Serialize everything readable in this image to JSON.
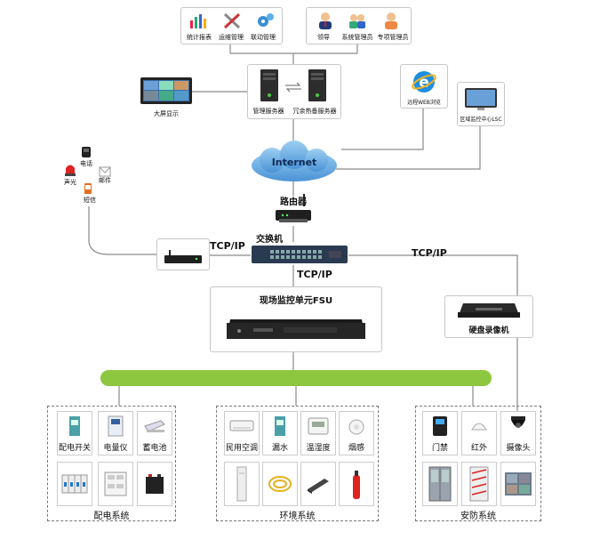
{
  "top_left_group": {
    "items": [
      "统计报表",
      "运维管理",
      "联动管理"
    ]
  },
  "top_right_group": {
    "items": [
      "领导",
      "系统管理员",
      "专项管理员"
    ]
  },
  "big_screen": "大屏显示",
  "server_main": "管理服务器",
  "server_backup": "冗余热备服务器",
  "remote_web": "远程WEB浏览",
  "lsc": "区域监控中心LSC",
  "internet": "Internet",
  "router": "路由器",
  "switch": "交换机",
  "alarm": {
    "items": [
      "电话",
      "声光",
      "邮件",
      "短信"
    ]
  },
  "tcp_left": "TCP/IP",
  "tcp_mid": "TCP/IP",
  "tcp_right": "TCP/IP",
  "fsu": "现场监控单元FSU",
  "dvr": "硬盘录像机",
  "power_system": {
    "title": "配电系统",
    "items": [
      "配电开关",
      "电量仪",
      "蓄电池"
    ]
  },
  "env_system": {
    "title": "环境系统",
    "items": [
      "民用空调",
      "漏水",
      "温湿度",
      "烟感"
    ]
  },
  "security_system": {
    "title": "安防系统",
    "items": [
      "门禁",
      "红外",
      "摄像头"
    ]
  },
  "colors": {
    "cloud": "#6aaee6",
    "bus": "#8dc63f",
    "line": "#8a8a8a"
  }
}
